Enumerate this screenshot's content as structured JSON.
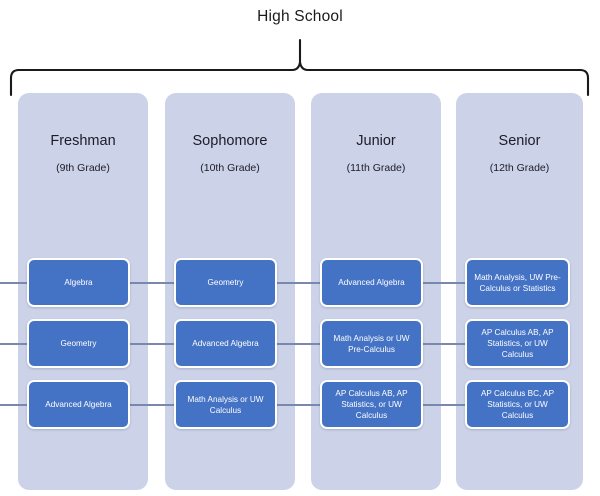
{
  "diagram": {
    "title": "High School",
    "brace_label": "High School",
    "columns": [
      {
        "id": "freshman",
        "name": "Freshman",
        "grade": "(9th Grade)"
      },
      {
        "id": "sophomore",
        "name": "Sophomore",
        "grade": "(10th Grade)"
      },
      {
        "id": "junior",
        "name": "Junior",
        "grade": "(11th Grade)"
      },
      {
        "id": "senior",
        "name": "Senior",
        "grade": "(12th Grade)"
      }
    ],
    "pathways": [
      {
        "row": 1,
        "courses": [
          "Algebra",
          "Geometry",
          "Advanced Algebra",
          "Math Analysis, UW Pre-Calculus or Statistics"
        ]
      },
      {
        "row": 2,
        "courses": [
          "Geometry",
          "Advanced Algebra",
          "Math Analysis or UW Pre-Calculus",
          "AP Calculus AB, AP Statistics, or UW Calculus"
        ]
      },
      {
        "row": 3,
        "courses": [
          "Advanced Algebra",
          "Math Analysis or UW Calculus",
          "AP Calculus AB, AP Statistics, or UW Calculus",
          "AP Calculus BC, AP Statistics, or UW Calculus"
        ]
      }
    ],
    "colors": {
      "course_box_fill": "#4472c4",
      "course_box_border": "#ffffff",
      "column_panel_fill": "#ccd2e8",
      "connector_line": "#7b88ad",
      "brace_stroke": "#1a1a1a",
      "page_background": "#ffffff",
      "heading_text": "#1c1c28",
      "course_text": "#ffffff"
    }
  }
}
